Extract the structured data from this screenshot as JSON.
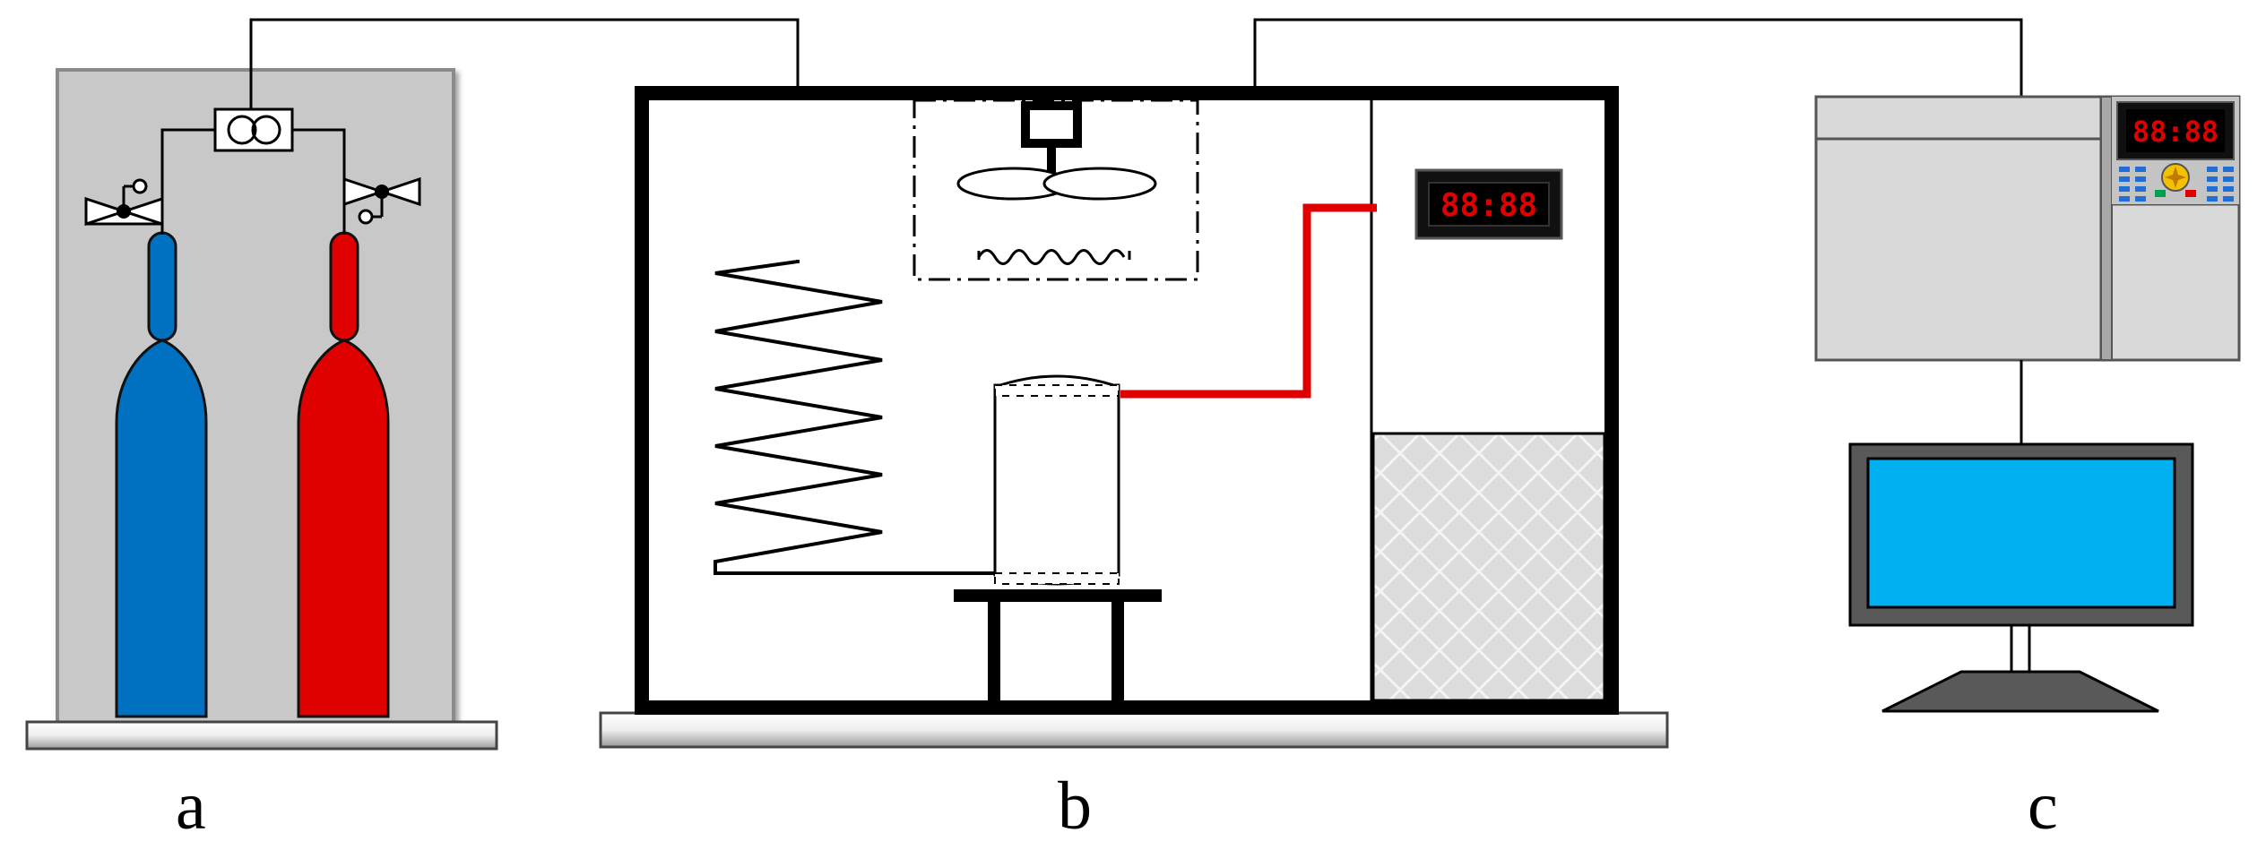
{
  "labels": {
    "a": "a",
    "b": "b",
    "c": "c"
  },
  "displays": {
    "chamber_readout": "88:88",
    "instrument_readout": "88:88"
  },
  "colors": {
    "cylinder_left": "#0070c0",
    "cylinder_right": "#e00000",
    "heating_wire": "#e00000",
    "monitor_screen": "#00b0f0",
    "cabinet_bg": "#c8c8c8",
    "display_red": "#e00000"
  },
  "icons": [
    "valve-icon",
    "pressure-regulator-icon",
    "fan-icon",
    "heater-element-icon",
    "digital-display-icon"
  ]
}
